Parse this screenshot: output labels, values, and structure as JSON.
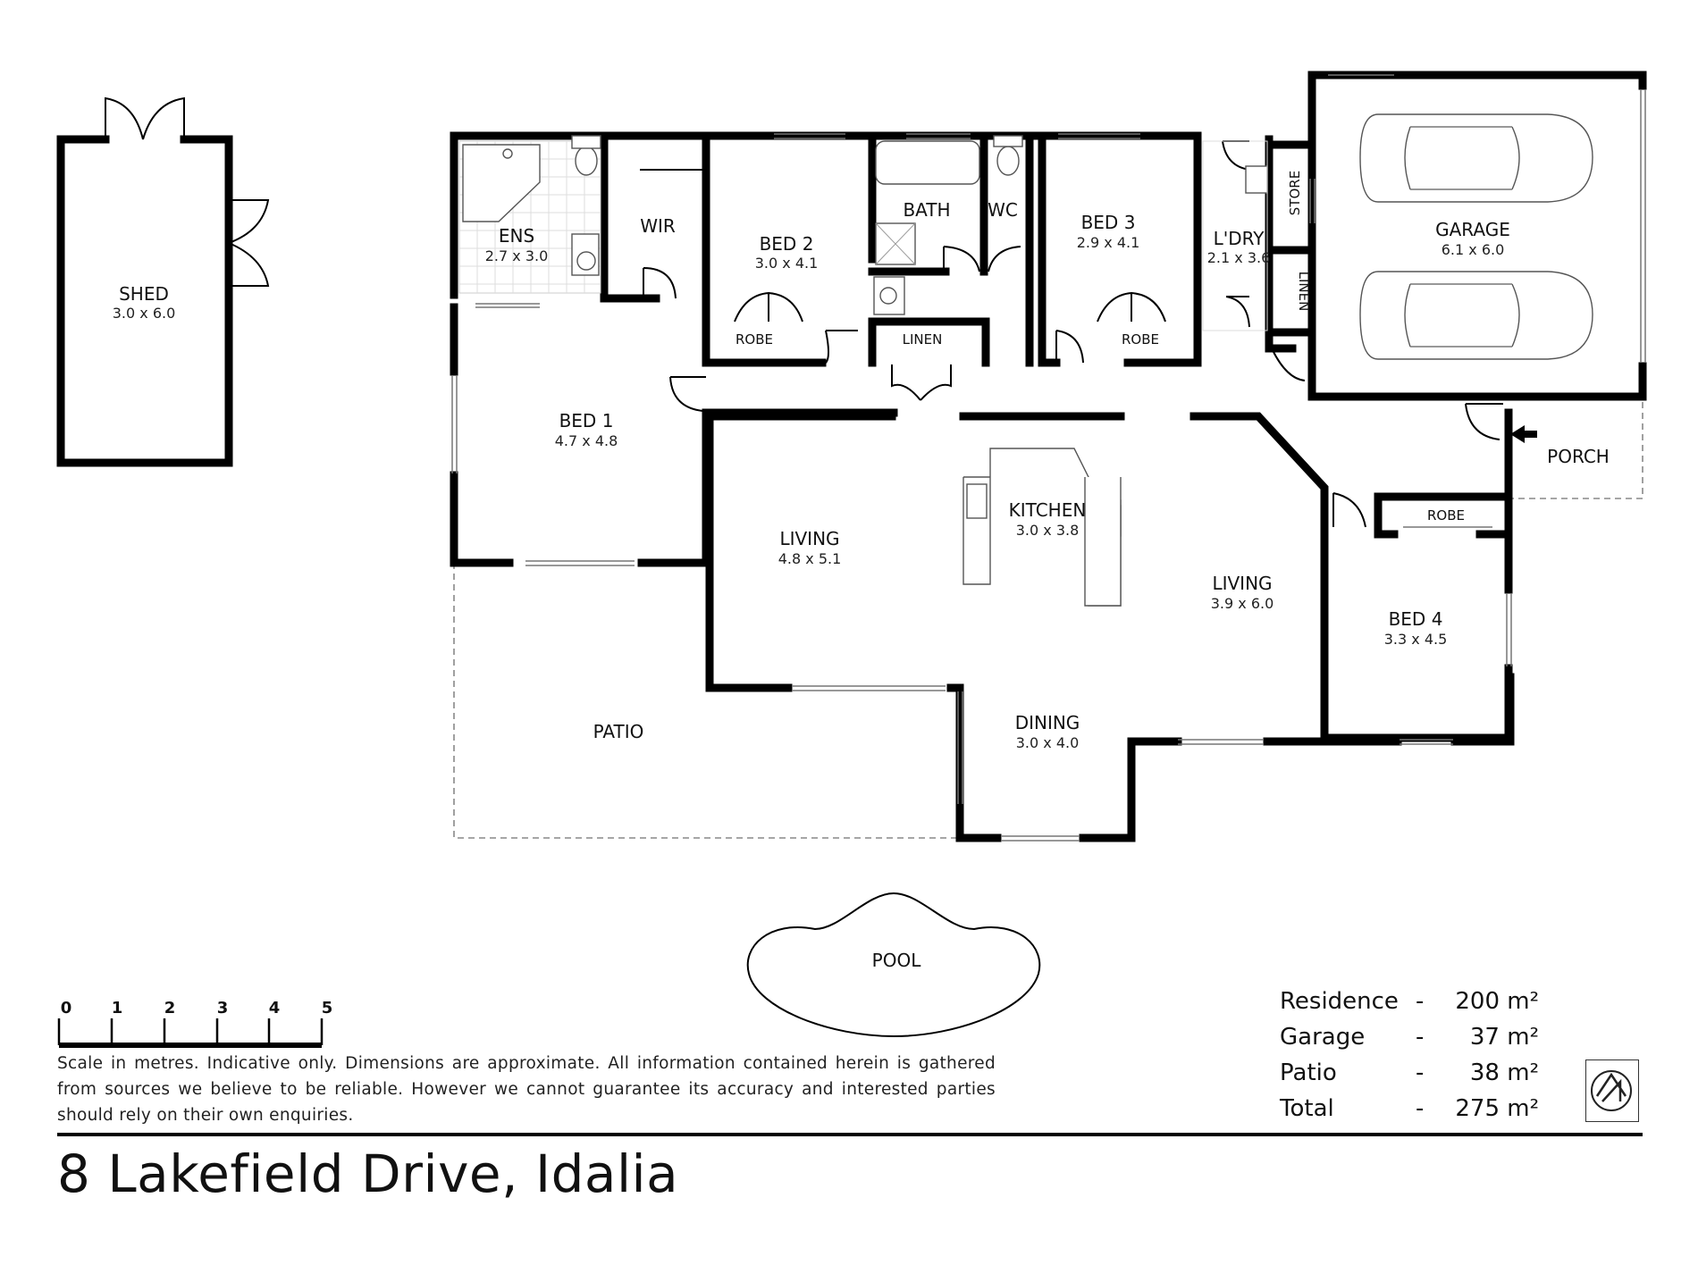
{
  "rooms": {
    "shed": {
      "name": "SHED",
      "dim": "3.0 x 6.0"
    },
    "ens": {
      "name": "ENS",
      "dim": "2.7 x 3.0"
    },
    "wir": {
      "name": "WIR"
    },
    "bed2": {
      "name": "BED 2",
      "dim": "3.0 x 4.1"
    },
    "bath": {
      "name": "BATH"
    },
    "wc": {
      "name": "WC"
    },
    "bed3": {
      "name": "BED 3",
      "dim": "2.9 x 4.1"
    },
    "ldry": {
      "name": "L'DRY",
      "dim": "2.1 x 3.6"
    },
    "store": {
      "name": "STORE"
    },
    "linen_ldry": {
      "name": "LINEN"
    },
    "garage": {
      "name": "GARAGE",
      "dim": "6.1 x 6.0"
    },
    "robe_bed2": {
      "name": "ROBE"
    },
    "linen_hall": {
      "name": "LINEN"
    },
    "robe_bed3": {
      "name": "ROBE"
    },
    "bed1": {
      "name": "BED 1",
      "dim": "4.7 x 4.8"
    },
    "porch": {
      "name": "PORCH"
    },
    "kitchen": {
      "name": "KITCHEN",
      "dim": "3.0 x 3.8"
    },
    "living1": {
      "name": "LIVING",
      "dim": "4.8 x 5.1"
    },
    "robe_bed4": {
      "name": "ROBE"
    },
    "living2": {
      "name": "LIVING",
      "dim": "3.9 x 6.0"
    },
    "bed4": {
      "name": "BED 4",
      "dim": "3.3 x 4.5"
    },
    "patio": {
      "name": "PATIO"
    },
    "dining": {
      "name": "DINING",
      "dim": "3.0 x 4.0"
    },
    "pool": {
      "name": "POOL"
    }
  },
  "scale": {
    "ticks": [
      "0",
      "1",
      "2",
      "3",
      "4",
      "5"
    ],
    "disclaimer": "Scale in metres. Indicative only. Dimensions are approximate.  All information contained herein is gathered from sources we believe to be reliable. However we cannot guarantee its accuracy and interested parties should rely on their own enquiries."
  },
  "areas": [
    {
      "label": "Residence",
      "sep": "-",
      "value": "200 m²"
    },
    {
      "label": "Garage",
      "sep": "-",
      "value": "37 m²"
    },
    {
      "label": "Patio",
      "sep": "-",
      "value": "38 m²"
    },
    {
      "label": "Total",
      "sep": "-",
      "value": "275 m²"
    }
  ],
  "address": "8 Lakefield Drive, Idalia"
}
